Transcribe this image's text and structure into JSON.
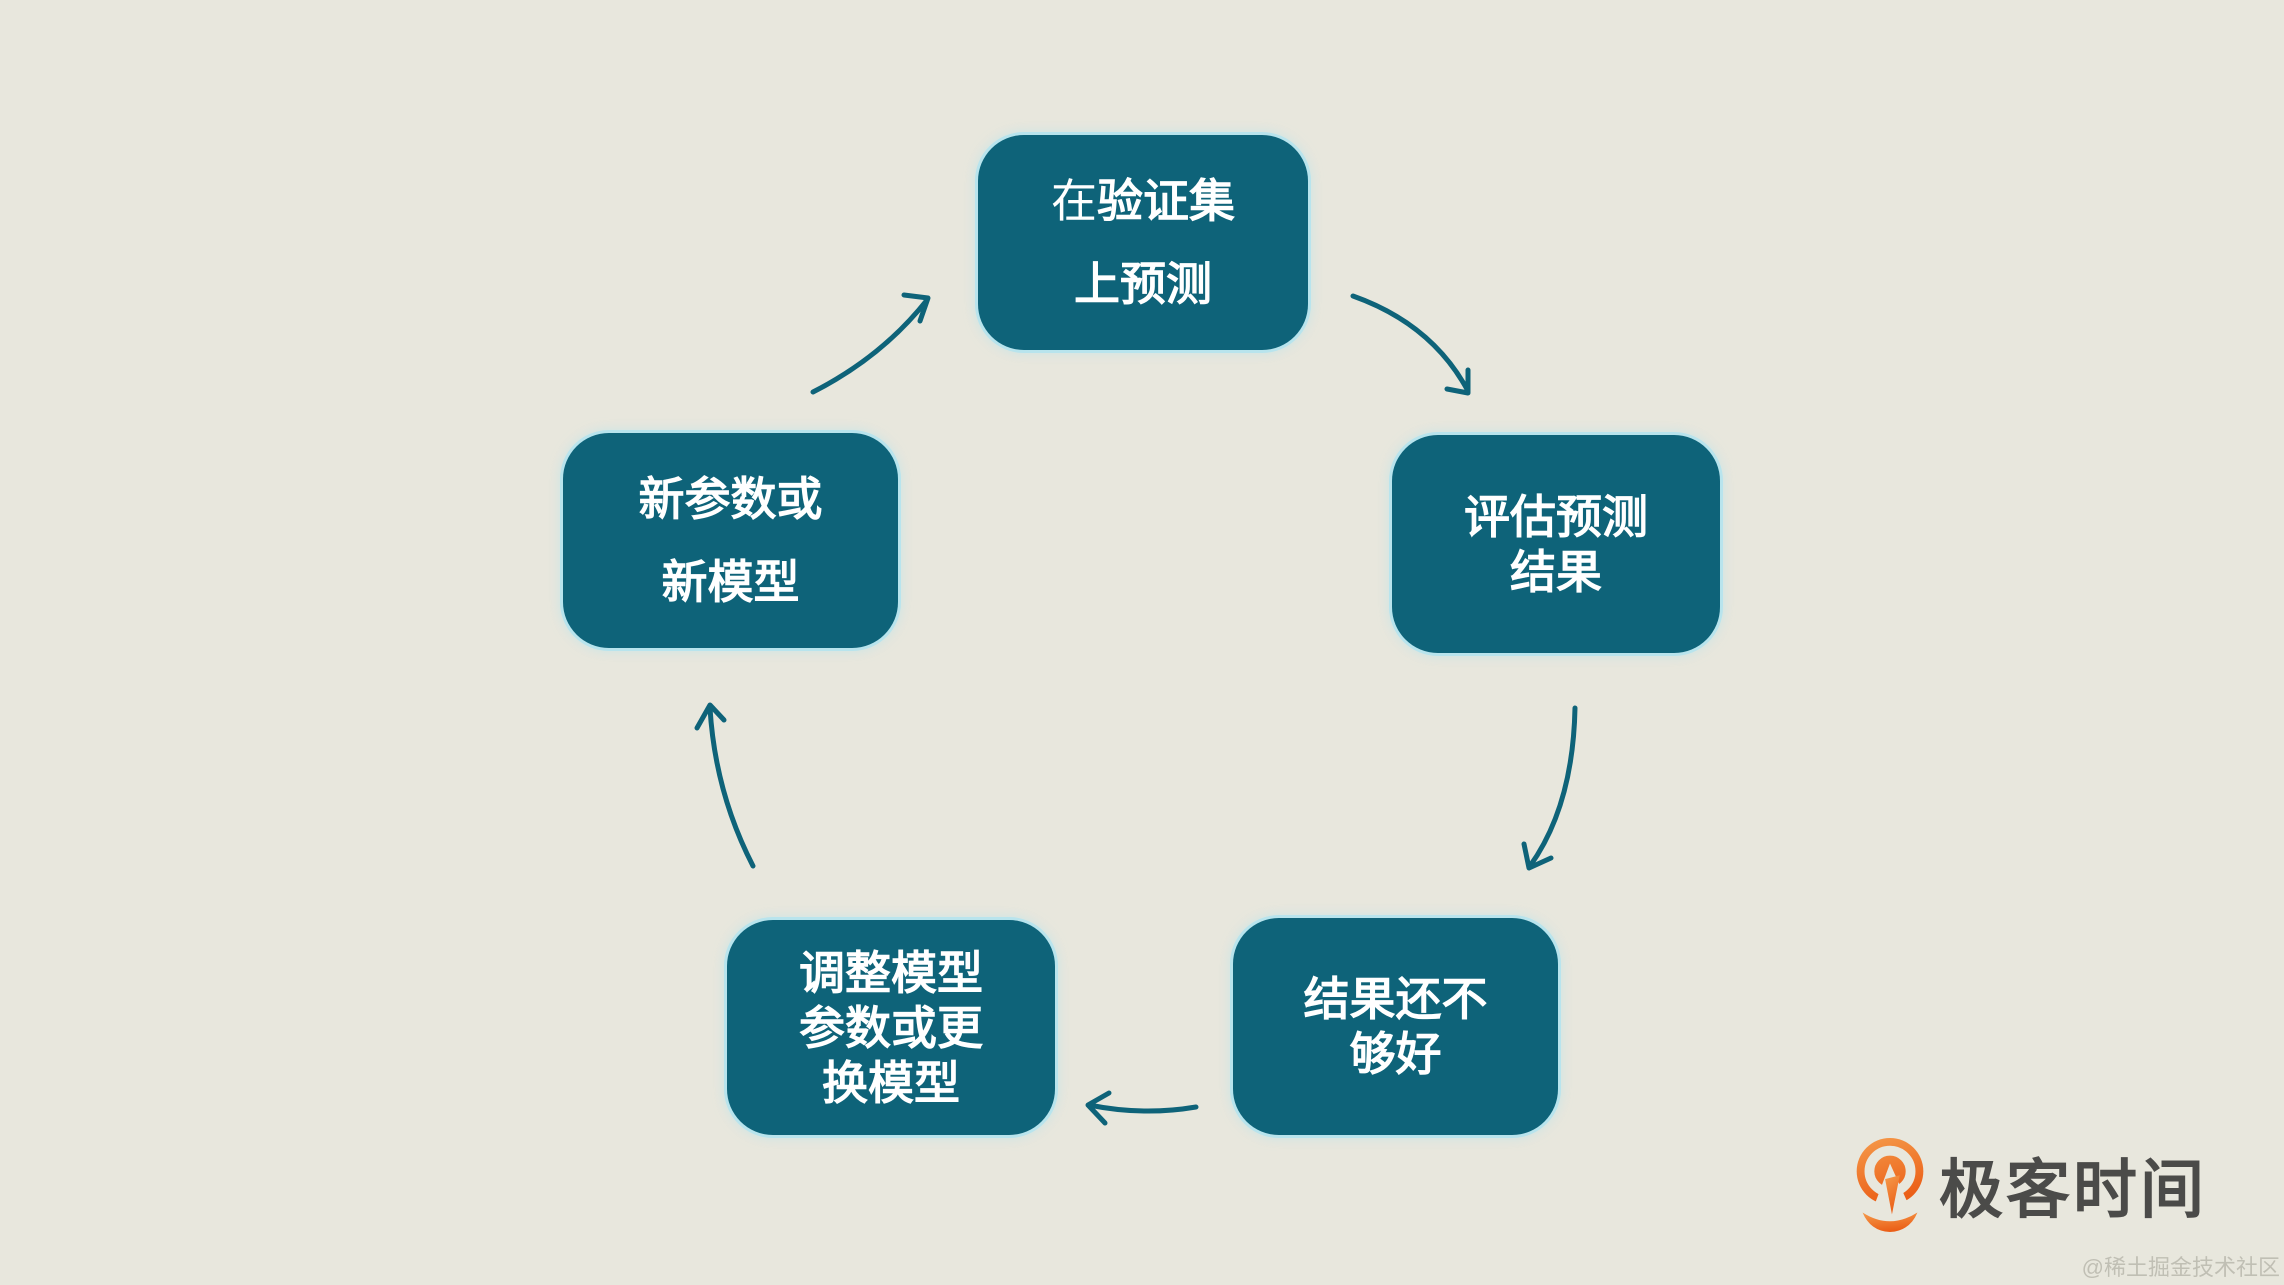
{
  "background_color": "#e8e7dd",
  "palette": {
    "node_fill": "#0e6379",
    "node_glow": "#ade3f0",
    "node_text": "#ffffff",
    "arrow": "#0e6379",
    "logo_orange_light": "#f59b4b",
    "logo_orange_dark": "#eb5f17",
    "logo_text_color": "#4b4b49",
    "watermark_color": "#a7a59a"
  },
  "diagram": {
    "nodes": {
      "predict": {
        "line1_normal": "在",
        "line1_bold": "验证集",
        "line2": "上预测"
      },
      "evaluate": {
        "line1": "评估预测",
        "line2": "结果"
      },
      "not_good": {
        "line1": "结果还不",
        "line2": "够好"
      },
      "adjust": {
        "line1": "调整模型",
        "line2": "参数或更",
        "line3": "换模型"
      },
      "new_params": {
        "line1": "新参数或",
        "line2": "新模型"
      }
    },
    "edges": [
      {
        "from": "predict",
        "to": "evaluate"
      },
      {
        "from": "evaluate",
        "to": "not_good"
      },
      {
        "from": "not_good",
        "to": "adjust"
      },
      {
        "from": "adjust",
        "to": "new_params"
      },
      {
        "from": "new_params",
        "to": "predict"
      }
    ]
  },
  "brand": {
    "logo_text": "极客时间",
    "watermark": "@稀土掘金技术社区"
  }
}
